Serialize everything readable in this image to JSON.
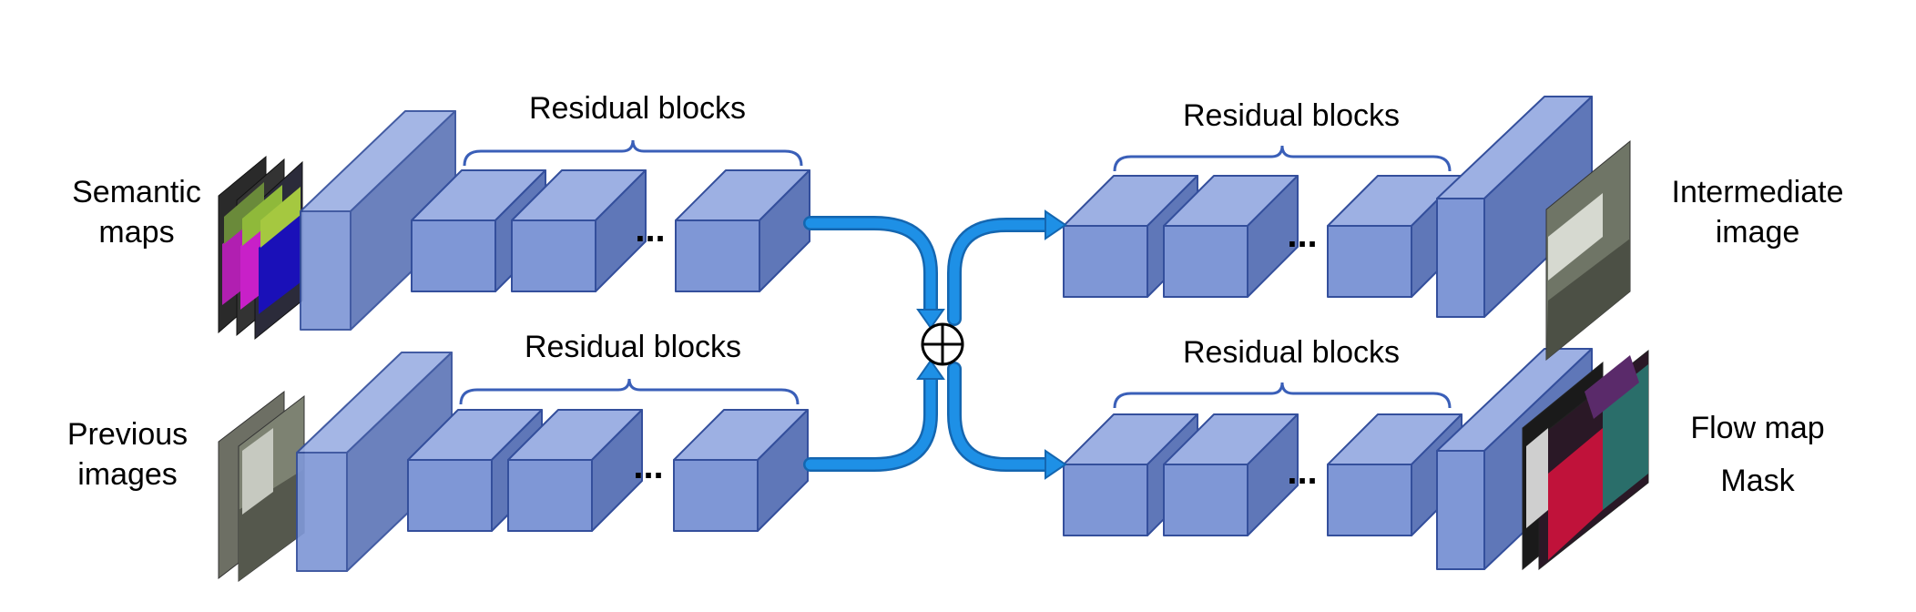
{
  "labels": {
    "semantic_maps": [
      "Semantic",
      "maps"
    ],
    "previous_images": [
      "Previous",
      "images"
    ],
    "intermediate_image": [
      "Intermediate",
      "image"
    ],
    "flow_map": "Flow map",
    "mask": "Mask"
  },
  "residual_label": "Residual blocks",
  "ellipsis": "...",
  "combine_symbol": "⊕",
  "colors": {
    "block_front": "#7f97d6",
    "block_top": "#9db0e3",
    "block_side": "#5f77b8",
    "block_stroke": "#344f9c",
    "arrow": "#1e90e6",
    "arrow_edge": "#1466b0",
    "brace": "#3a5fb8"
  },
  "thumbnails": {
    "semantic_maps": "semantic segmentation maps",
    "previous_images": "street scene photos",
    "intermediate_image": "street scene photo",
    "flow_map": "optical flow map",
    "mask": "mask"
  }
}
